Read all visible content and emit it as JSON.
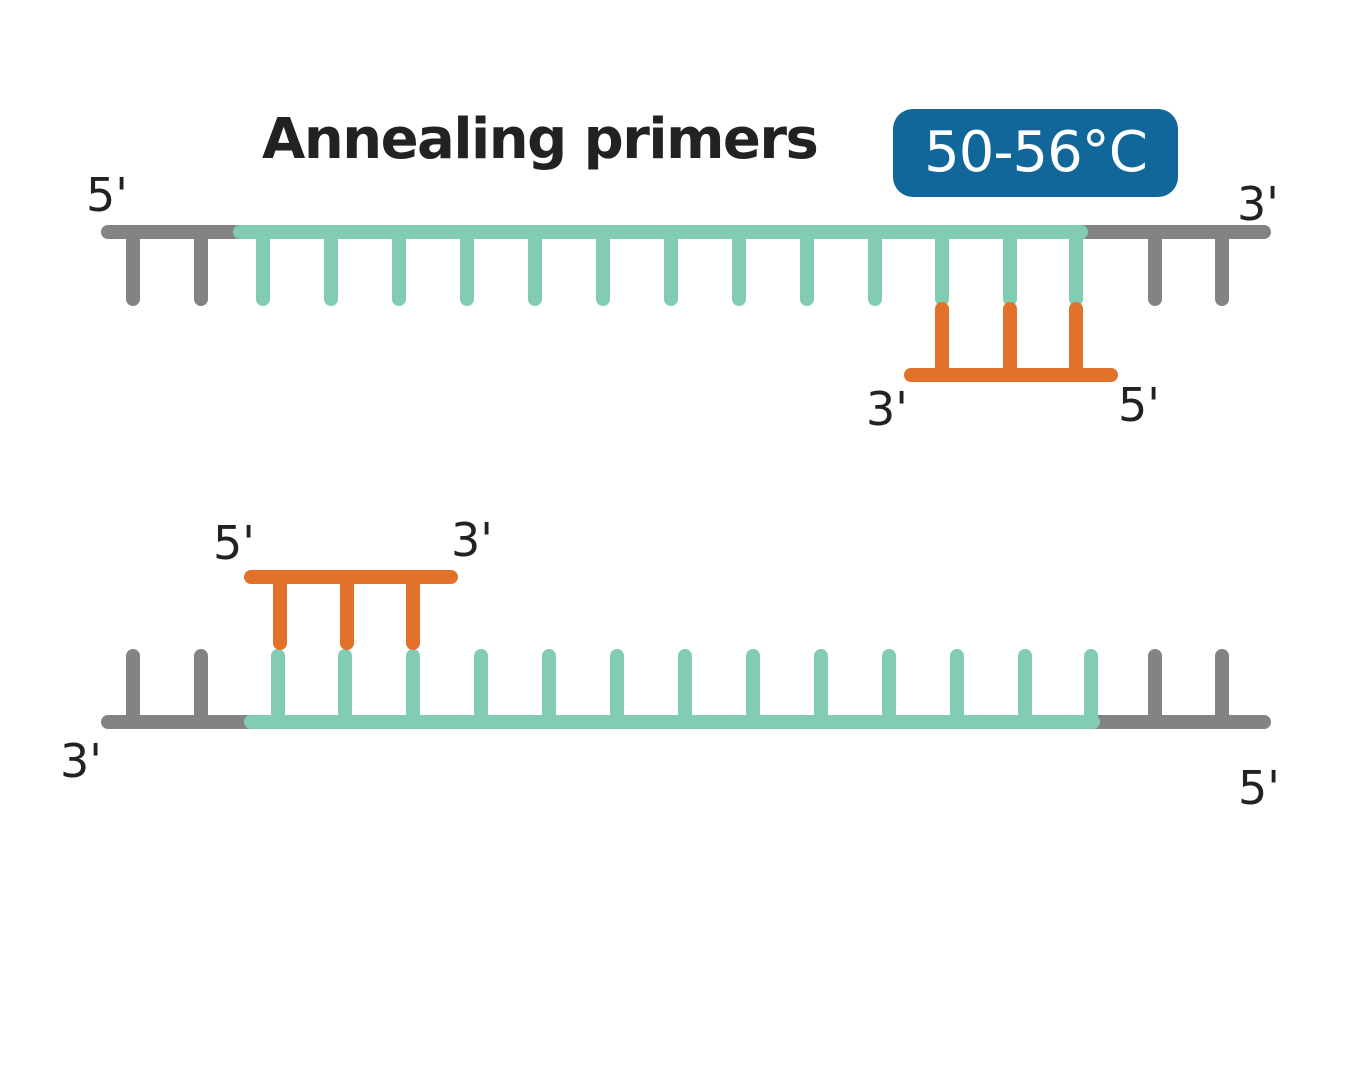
{
  "title": "Annealing primers",
  "temperature": "50-56°C",
  "colors": {
    "backbone": "#838383",
    "template": "#81CCB3",
    "primer": "#E2712B",
    "badge": "#11669A",
    "text": "#222222"
  },
  "top_strand": {
    "left_end": "5'",
    "right_end": "3'"
  },
  "top_primer": {
    "left_end": "3'",
    "right_end": "5'"
  },
  "bottom_strand": {
    "left_end": "3'",
    "right_end": "5'"
  },
  "bottom_primer": {
    "left_end": "5'",
    "right_end": "3'"
  }
}
